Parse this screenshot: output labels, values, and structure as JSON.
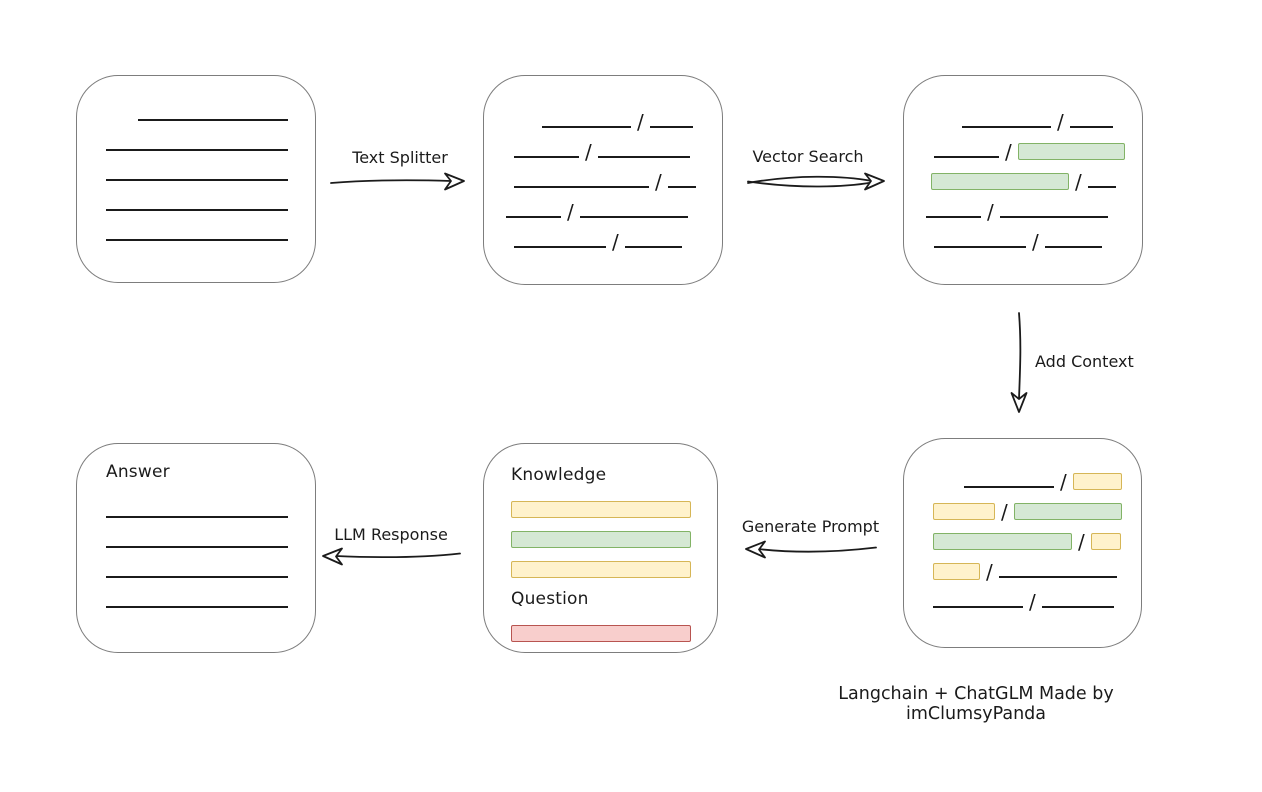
{
  "caption": "Langchain + ChatGLM Made by imClumsyPanda",
  "arrows": {
    "text_splitter": "Text Splitter",
    "vector_search": "Vector Search",
    "add_context": "Add Context",
    "generate_prompt": "Generate Prompt",
    "llm_response": "LLM Response"
  },
  "colors": {
    "green": {
      "fill": "#d5e8d4",
      "stroke": "#82b366"
    },
    "yellow": {
      "fill": "#fff2cc",
      "stroke": "#d6b656"
    },
    "red": {
      "fill": "#f8cecc",
      "stroke": "#b85450"
    },
    "line": "#1b1b1b",
    "box_border": "#7d7d7d"
  },
  "boxes": {
    "document": {
      "rows": [
        {
          "indent": 32,
          "segs": [
            [
              "line",
              150
            ]
          ]
        },
        {
          "segs": [
            [
              "line",
              182
            ]
          ]
        },
        {
          "segs": [
            [
              "line",
              182
            ]
          ]
        },
        {
          "segs": [
            [
              "line",
              182
            ]
          ]
        },
        {
          "segs": [
            [
              "line",
              182
            ]
          ]
        }
      ]
    },
    "chunks": {
      "rows": [
        {
          "indent": 36,
          "segs": [
            [
              "line",
              89
            ],
            [
              "slash"
            ],
            [
              "line",
              43
            ]
          ]
        },
        {
          "indent": 8,
          "segs": [
            [
              "line",
              65
            ],
            [
              "slash"
            ],
            [
              "line",
              92
            ]
          ]
        },
        {
          "indent": 8,
          "segs": [
            [
              "line",
              135
            ],
            [
              "slash"
            ],
            [
              "line",
              28
            ]
          ]
        },
        {
          "segs": [
            [
              "line",
              55
            ],
            [
              "slash"
            ],
            [
              "line",
              108
            ]
          ]
        },
        {
          "indent": 8,
          "segs": [
            [
              "line",
              92
            ],
            [
              "slash"
            ],
            [
              "line",
              57
            ]
          ]
        }
      ]
    },
    "retrieved": {
      "rows": [
        {
          "indent": 36,
          "segs": [
            [
              "line",
              89
            ],
            [
              "slash"
            ],
            [
              "line",
              43
            ]
          ]
        },
        {
          "indent": 8,
          "segs": [
            [
              "line",
              65
            ],
            [
              "slash"
            ],
            [
              "green",
              107
            ]
          ]
        },
        {
          "indent": 5,
          "segs": [
            [
              "green",
              138
            ],
            [
              "slash"
            ],
            [
              "line",
              28
            ]
          ]
        },
        {
          "segs": [
            [
              "line",
              55
            ],
            [
              "slash"
            ],
            [
              "line",
              108
            ]
          ]
        },
        {
          "indent": 8,
          "segs": [
            [
              "line",
              92
            ],
            [
              "slash"
            ],
            [
              "line",
              57
            ]
          ]
        }
      ]
    },
    "context": {
      "rows": [
        {
          "indent": 35,
          "segs": [
            [
              "line",
              90
            ],
            [
              "slash"
            ],
            [
              "yellow",
              49
            ]
          ]
        },
        {
          "indent": 4,
          "segs": [
            [
              "yellow",
              62
            ],
            [
              "slash"
            ],
            [
              "green",
              108
            ]
          ]
        },
        {
          "indent": 4,
          "segs": [
            [
              "green",
              139
            ],
            [
              "slash"
            ],
            [
              "yellow",
              30
            ]
          ]
        },
        {
          "indent": 4,
          "segs": [
            [
              "yellow",
              47
            ],
            [
              "slash"
            ],
            [
              "line",
              118
            ]
          ]
        },
        {
          "indent": 4,
          "segs": [
            [
              "line",
              90
            ],
            [
              "slash"
            ],
            [
              "line",
              72
            ]
          ]
        }
      ]
    },
    "prompt": {
      "knowledge_label": "Knowledge",
      "question_label": "Question",
      "knowledge_rows": [
        {
          "segs": [
            [
              "yellow",
              180
            ]
          ]
        },
        {
          "segs": [
            [
              "green",
              180
            ]
          ]
        },
        {
          "segs": [
            [
              "yellow",
              180
            ]
          ]
        }
      ],
      "question_rows": [
        {
          "segs": [
            [
              "red",
              180
            ]
          ]
        }
      ]
    },
    "answer": {
      "label": "Answer",
      "rows": [
        {
          "segs": [
            [
              "line",
              182
            ]
          ]
        },
        {
          "segs": [
            [
              "line",
              182
            ]
          ]
        },
        {
          "segs": [
            [
              "line",
              182
            ]
          ]
        },
        {
          "segs": [
            [
              "line",
              182
            ]
          ]
        }
      ]
    }
  }
}
